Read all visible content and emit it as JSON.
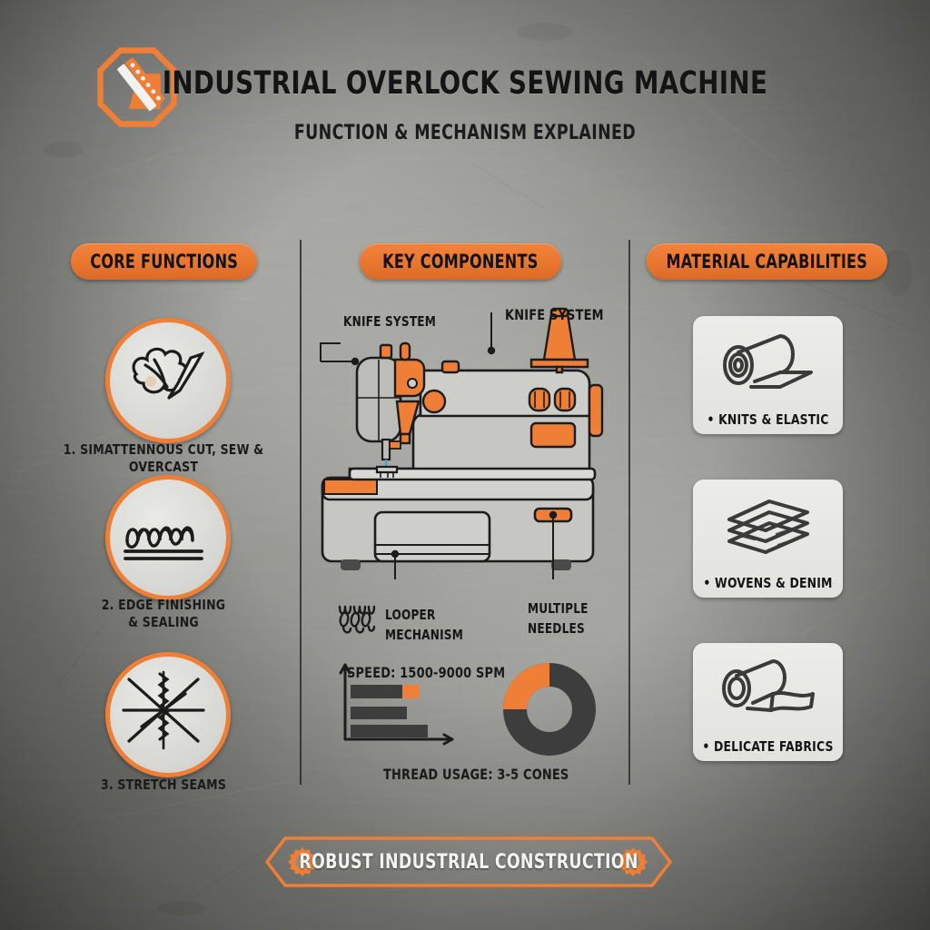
{
  "header": {
    "logo_icon": "needle-seam-octagon-logo",
    "title": "INDUSTRIAL OVERLOCK SEWING MACHINE",
    "subtitle": "FUNCTION & MECHANISM EXPLAINED"
  },
  "colors": {
    "accent_orange": "#ef7f36",
    "dark": "#3d3d3d",
    "outline": "#1c1c1c",
    "panel_light": "#e7e7e3",
    "background_gray": "#97978f"
  },
  "sections": {
    "left_title": "CORE FUNCTIONS",
    "middle_title": "KEY COMPONENTS",
    "right_title": "MATERIAL CAPABILITIES"
  },
  "core_functions": [
    {
      "icon": "thread-and-blade-icon",
      "label_line1": "1. SIMATTENNOUS CUT, SEW & OVERCAST",
      "label_line2": ""
    },
    {
      "icon": "overlock-stitch-icon",
      "label_line1": "2. EDGE FINISHING",
      "label_line2": "& SEALING"
    },
    {
      "icon": "stretch-seam-icon",
      "label_line1": "3. STRETCH SEAMS",
      "label_line2": ""
    }
  ],
  "machine": {
    "illustration": "industrial-overlock-sewing-machine-diagram",
    "callouts": [
      {
        "name": "knife-system-left",
        "label": "KNIFE SYSTEM"
      },
      {
        "name": "knife-system-right",
        "label": "KNIFE SYSTEM"
      },
      {
        "name": "looper-mechanism",
        "label_line1": "LOOPER",
        "label_line2": "MECHANISM"
      },
      {
        "name": "multiple-needles",
        "label_line1": "MULTIPLE",
        "label_line2": "NEEDLES"
      }
    ]
  },
  "stats": {
    "speed_label": "SPEED: 1500-9000 SPM",
    "thread_label": "THREAD USAGE: 3-5 CONES"
  },
  "chart_data": [
    {
      "type": "bar",
      "title": "SPEED: 1500-9000 SPM",
      "orientation": "horizontal",
      "categories": [
        "bar-1",
        "bar-2",
        "bar-3"
      ],
      "values": [
        75,
        62,
        85
      ],
      "segment_values": [
        57,
        62,
        85
      ],
      "highlight_values": [
        18,
        0,
        0
      ],
      "xlabel": "",
      "ylabel": "",
      "xlim": [
        0,
        100
      ],
      "grid": false,
      "legend": "none",
      "colors": {
        "bar": "#3d3d3d",
        "highlight": "#ef7f36"
      }
    },
    {
      "type": "pie",
      "title": "THREAD USAGE: 3-5 CONES",
      "variant": "donut",
      "labels": [
        "thread-active",
        "thread-remaining"
      ],
      "values": [
        27,
        73
      ],
      "colors": [
        "#ef7f36",
        "#3d3d3d"
      ],
      "start_angle_deg": 0,
      "direction": "counterclockwise",
      "legend": "none"
    }
  ],
  "materials": [
    {
      "icon": "fabric-roll-icon",
      "label": "• KNITS & ELASTIC"
    },
    {
      "icon": "fabric-stack-icon",
      "label": "• WOVENS & DENIM"
    },
    {
      "icon": "fabric-roll-soft-icon",
      "label": "• DELICATE FABRICS"
    }
  ],
  "footer": {
    "left_icon": "gear-icon",
    "right_icon": "gear-icon",
    "label": "ROBUST INDUSTRIAL CONSTRUCTION"
  }
}
